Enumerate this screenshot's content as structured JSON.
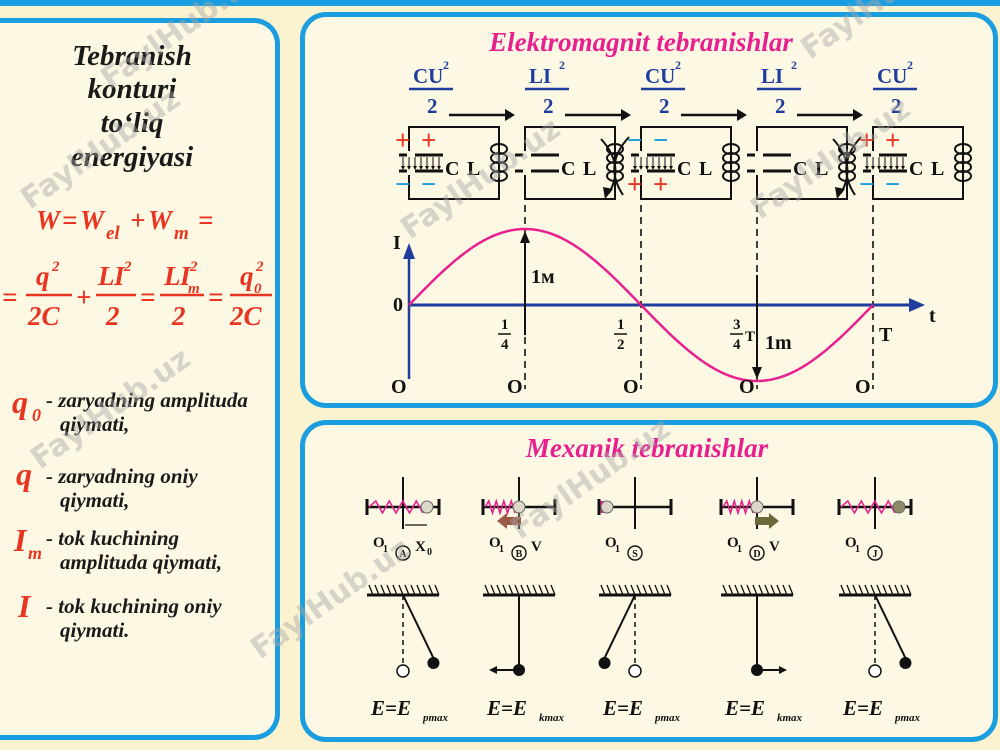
{
  "left": {
    "heading": [
      "Tebranish",
      "konturi",
      "to‘liq",
      "energiyasi"
    ],
    "legend": [
      {
        "symbol": "q",
        "sub": "0",
        "lines": [
          "- zaryadning amplituda",
          "qiymati,"
        ]
      },
      {
        "symbol": "q",
        "sub": "",
        "lines": [
          "- zaryadning oniy",
          "qiymati,"
        ]
      },
      {
        "symbol": "I",
        "sub": "m",
        "lines": [
          "- tok kuchining",
          "amplituda qiymati,"
        ]
      },
      {
        "symbol": "I",
        "sub": "",
        "lines": [
          "- tok kuchining oniy",
          "qiymati."
        ]
      }
    ]
  },
  "formula": {
    "W": "W",
    "eq": "=",
    "plus": "+",
    "el": "el",
    "m": "m",
    "Wm_W": "W",
    "q": "q",
    "two": "2",
    "twoC": "2C",
    "C2": "2C",
    "L": "L",
    "I": "I",
    "sub_m": "m",
    "q0": "q",
    "sub0": "0",
    "den2": "2"
  },
  "electro": {
    "title": "Elektromagnit tebranishlar",
    "energy_terms": [
      {
        "num": "CU",
        "exp": "2",
        "den": "2"
      },
      {
        "num": "LI",
        "exp": "2",
        "den": "2"
      },
      {
        "num": "CU",
        "exp": "2",
        "den": "2"
      },
      {
        "num": "LI",
        "exp": "2",
        "den": "2"
      },
      {
        "num": "CU",
        "exp": "2",
        "den": "2"
      }
    ],
    "cap_label": "C",
    "coil_label": "L",
    "plus_sign": "+",
    "minus_sign": "−",
    "y_axis": "I",
    "x_axis": "t",
    "origin": "0",
    "ticks": [
      {
        "num": "1",
        "den": "4"
      },
      {
        "num": "1",
        "den": "2"
      },
      {
        "num": "3",
        "den": "4",
        "suffix": "T"
      },
      {
        "num": "",
        "den": "",
        "suffix": "T"
      }
    ],
    "peak_up": "1м",
    "peak_down": "1m",
    "zero_label": "O"
  },
  "mechanic": {
    "title": "Mexanik tebranishlar",
    "point_label": "O",
    "point_sub": "1",
    "x0": "X",
    "x0_sub": "0",
    "v": "V",
    "states": [
      "A",
      "B",
      "S",
      "D",
      "J"
    ],
    "energy": [
      {
        "E": "E=E",
        "sub": "pmax"
      },
      {
        "E": "E=E",
        "sub": "kmax"
      },
      {
        "E": "E=E",
        "sub": "pmax"
      },
      {
        "E": "E=E",
        "sub": "kmax"
      },
      {
        "E": "E=E",
        "sub": "pmax"
      }
    ]
  },
  "watermark": "FaylHub.uz",
  "colors": {
    "frame": "#1b9ee0",
    "pink": "#e8208f",
    "red": "#e83420",
    "navy": "#1f3d9c",
    "cyan": "#1aa0d8"
  }
}
